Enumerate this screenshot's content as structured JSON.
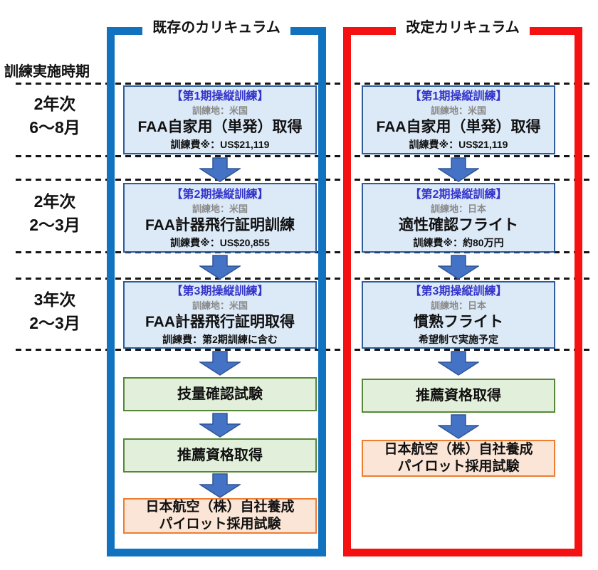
{
  "diagram": {
    "axis_label": "訓練実施時期",
    "periods": [
      {
        "grade": "2年次",
        "months": "6〜8月"
      },
      {
        "grade": "2年次",
        "months": "2〜3月"
      },
      {
        "grade": "3年次",
        "months": "2〜3月"
      }
    ],
    "left": {
      "title": "既存のカリキュラム",
      "stage1": {
        "phase": "【第1期操縦訓練】",
        "location": "訓練地：米国",
        "name": "FAA自家用（単発）取得",
        "cost": "訓練費※：US$21,119"
      },
      "stage2": {
        "phase": "【第2期操縦訓練】",
        "location": "訓練地：米国",
        "name": "FAA計器飛行証明訓練",
        "cost": "訓練費※：US$20,855"
      },
      "stage3": {
        "phase": "【第3期操縦訓練】",
        "location": "訓練地：米国",
        "name": "FAA計器飛行証明取得",
        "cost": "訓練費：第2期訓練に含む"
      },
      "step1": "技量確認試験",
      "step2": "推薦資格取得",
      "final_line1": "日本航空（株）自社養成",
      "final_line2": "パイロット採用試験"
    },
    "right": {
      "title": "改定カリキュラム",
      "stage1": {
        "phase": "【第1期操縦訓練】",
        "location": "訓練地：米国",
        "name": "FAA自家用（単発）取得",
        "cost": "訓練費※：US$21,119"
      },
      "stage2": {
        "phase": "【第2期操縦訓練】",
        "location": "訓練地：日本",
        "name": "適性確認フライト",
        "cost": "訓練費※：約80万円"
      },
      "stage3": {
        "phase": "【第3期操縦訓練】",
        "location": "訓練地：日本",
        "name": "慣熟フライト",
        "note": "希望制で実施予定"
      },
      "step1": "推薦資格取得",
      "final_line1": "日本航空（株）自社養成",
      "final_line2": "パイロット採用試験"
    },
    "colors": {
      "existing_frame": "#1173BF",
      "revised_frame": "#F51111",
      "stage_fill": "#DCE9F7",
      "stage_border": "#2E5C9A",
      "stage_phase_text": "#3434CB",
      "stage_location_text": "#8A8A8A",
      "green_fill": "#E2EFDA",
      "green_border": "#568739",
      "orange_fill": "#FBE5D6",
      "orange_border": "#ED7D31",
      "arrow_fill": "#4472C4",
      "arrow_border": "#2F5597"
    }
  }
}
